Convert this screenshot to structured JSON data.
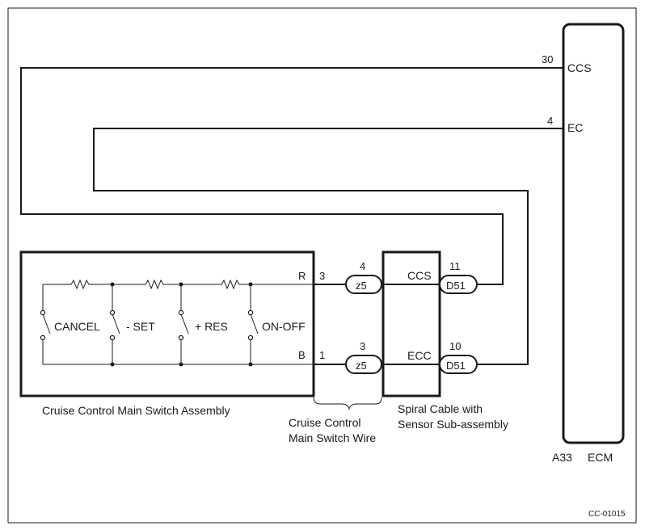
{
  "ecm": {
    "label_left": "A33",
    "label_right": "ECM",
    "pins": [
      {
        "number": "30",
        "name": "CCS"
      },
      {
        "number": "4",
        "name": "EC"
      }
    ]
  },
  "switch_assembly": {
    "label": "Cruise Control Main Switch Assembly",
    "switches": [
      "CANCEL",
      "- SET",
      "+ RES",
      "ON-OFF"
    ],
    "terminals": [
      {
        "wire": "R",
        "pin": "3"
      },
      {
        "wire": "B",
        "pin": "1"
      }
    ]
  },
  "main_switch_wire": {
    "label_line1": "Cruise Control",
    "label_line2": "Main Switch Wire",
    "connectors": [
      {
        "pin": "4",
        "name": "z5"
      },
      {
        "pin": "3",
        "name": "z5"
      }
    ]
  },
  "spiral_cable": {
    "label_line1": "Spiral Cable with",
    "label_line2": "Sensor Sub-assembly",
    "signals": [
      "CCS",
      "ECC"
    ],
    "connectors": [
      {
        "pin": "11",
        "name": "D51"
      },
      {
        "pin": "10",
        "name": "D51"
      }
    ]
  },
  "figure_code": "CC-01015"
}
